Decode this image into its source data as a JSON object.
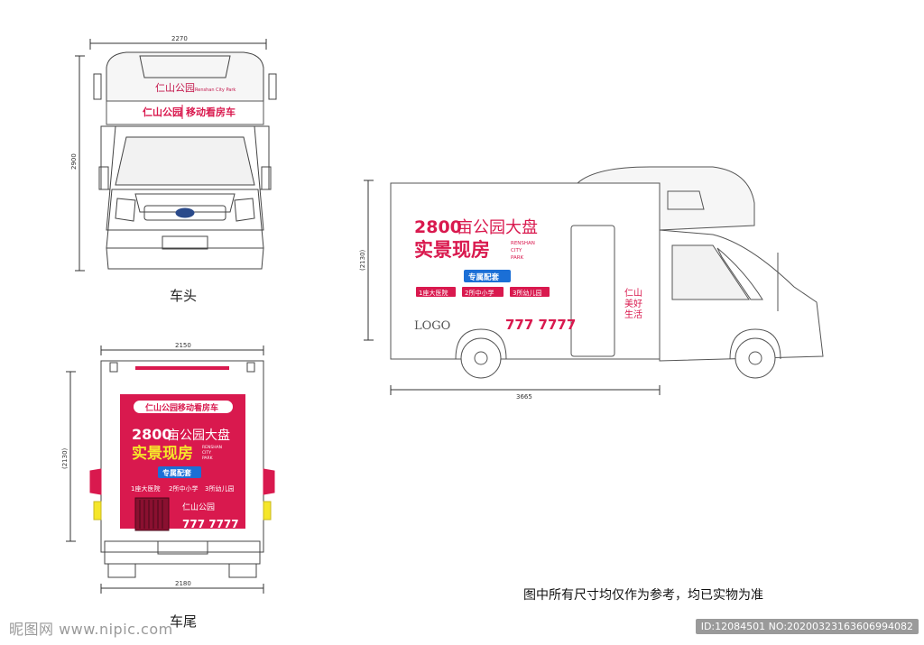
{
  "colors": {
    "brand_red": "#d9194e",
    "yellow": "#f5e62a",
    "line": "#555555",
    "dim": "#333333"
  },
  "front_view": {
    "dim_width": "2270",
    "dim_height": "2900",
    "header_logo": "仁山公园",
    "header_logo_sub": "Renshan City Park",
    "banner_left": "仁山公园",
    "banner_right": "移动看房车",
    "caption": "车头"
  },
  "rear_view": {
    "dim_top": "2150",
    "dim_side": "(2130)",
    "dim_bottom": "2180",
    "pill": "仁山公园移动看房车",
    "headline_num": "2800",
    "headline_rest": "亩公园大盘",
    "sub_headline": "实景现房",
    "en_line1": "RENSHAN",
    "en_line2": "CITY",
    "en_line3": "PARK",
    "tag": "专属配套",
    "amenities": [
      "1座大医院",
      "2所中小学",
      "3所幼儿园"
    ],
    "logo": "仁山公园",
    "phone": "777 7777",
    "caption": "车尾"
  },
  "side_view": {
    "dim_height": "(2130)",
    "dim_length": "3665",
    "headline_num": "2800",
    "headline_rest": "亩公园大盘",
    "sub_headline": "实景现房",
    "en_line1": "RENSHAN",
    "en_line2": "CITY",
    "en_line3": "PARK",
    "tag": "专属配套",
    "amenities": [
      "1座大医院",
      "2所中小学",
      "3所幼儿园"
    ],
    "logo_text": "LOGO",
    "phone": "777 7777",
    "calligraphy": [
      "仁山",
      "美好",
      "生活"
    ]
  },
  "note": "图中所有尺寸均仅作为参考，均已实物为准",
  "watermark": {
    "left": "昵图网 www.nipic.com",
    "right": "ID:12084501 NO:20200323163606994082"
  }
}
